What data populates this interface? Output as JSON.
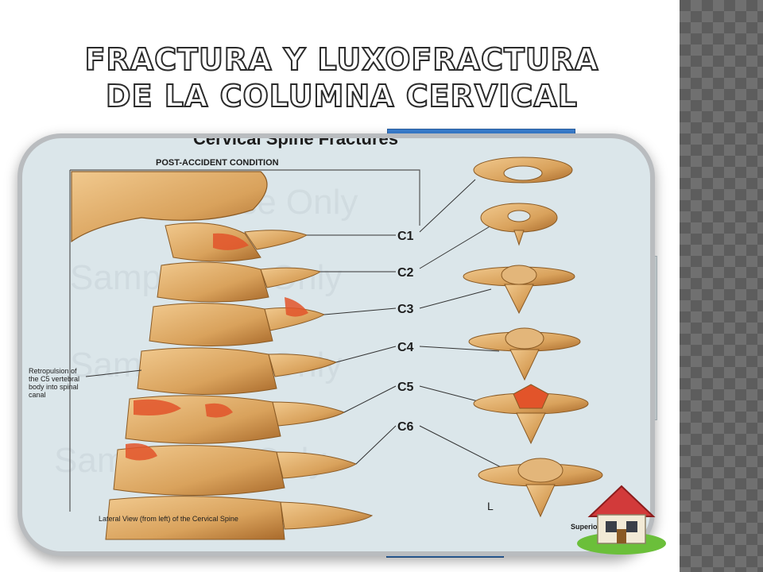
{
  "slide": {
    "title_line1": "Fractura y luxofractura",
    "title_line2": "de la columna cervical"
  },
  "illustration": {
    "heading": "Cervical Spine Fractures",
    "condition": "POST-ACCIDENT CONDITION",
    "levels": [
      "C1",
      "C2",
      "C3",
      "C4",
      "C5",
      "C6"
    ],
    "annotation_lines": [
      "Retropulsion of",
      "the C5 vertebral",
      "body into spinal",
      "canal"
    ],
    "caption_lateral": "Lateral View (from left) of the Cervical Spine",
    "caption_superior": "Superior View",
    "watermark": "Sample Use Only",
    "marker": "L"
  },
  "thumbnail": {
    "heading": "ractures"
  },
  "colors": {
    "accent_blue": "#3a7fd0",
    "bone": "#d9a25c",
    "panel": "#dbe6ea",
    "fracture_red": "#e2542a"
  },
  "icons": {
    "bullet": "circle-bullet-icon",
    "home": "house-icon"
  }
}
